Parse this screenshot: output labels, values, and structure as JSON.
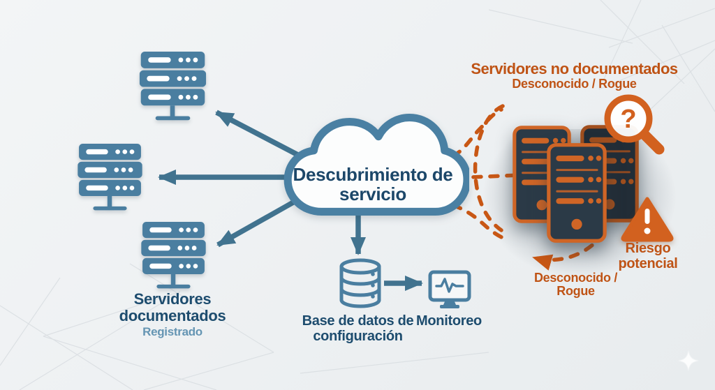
{
  "cloud": {
    "label": "Descubrimiento de servicio"
  },
  "documented": {
    "title": "Servidores documentados",
    "status": "Registrado"
  },
  "undocumented": {
    "title": "Servidores no documentados",
    "status_top": "Desconocido / Rogue",
    "status_bottom": "Desconocido / Rogue"
  },
  "risk": {
    "label": "Riesgo potencial"
  },
  "database": {
    "label": "Base de datos de configuración"
  },
  "monitoring": {
    "label": "Monitoreo"
  },
  "glyphs": {
    "question_mark": "?",
    "exclamation": "!"
  },
  "colors": {
    "steel_blue": "#4a7ea0",
    "arrow_blue": "#41738f",
    "dark_navy_text": "#1d4c6e",
    "orange": "#c85715",
    "orange_text": "#bf5315",
    "tower_fill": "#2b3a47",
    "tower_border": "#cf6526",
    "background": "#eef1f3"
  }
}
